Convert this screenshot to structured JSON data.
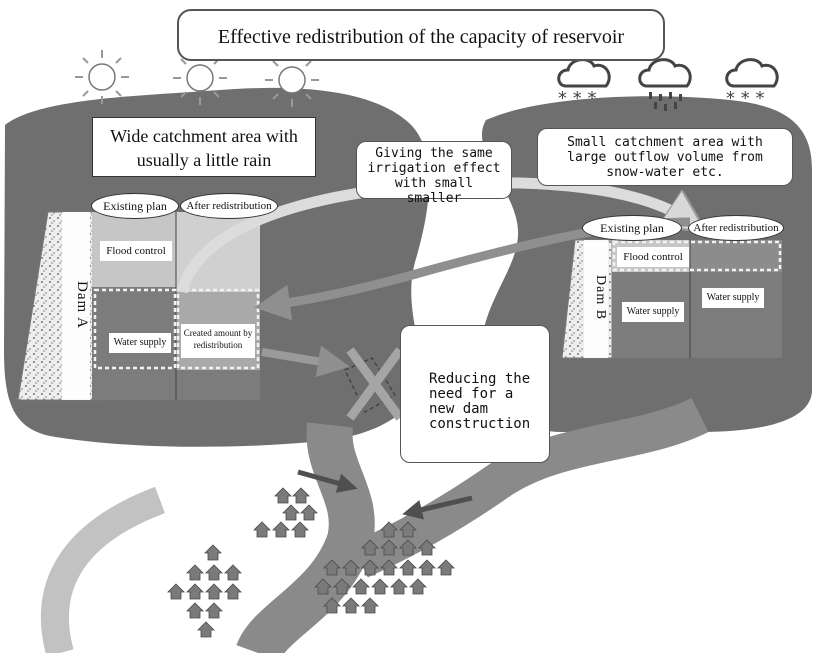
{
  "title": "Effective redistribution of the capacity of reservoir",
  "left_area": {
    "label": "Wide catchment area with usually a little rain",
    "existing_plan": "Existing plan",
    "after_redistribution": "After redistribution",
    "flood_control": "Flood control",
    "water_supply": "Water supply",
    "created_amount": "Created amount by redistribution",
    "dam": "Dam A"
  },
  "right_area": {
    "label": "Small catchment area with large outflow volume from snow-water etc.",
    "existing_plan": "Existing plan",
    "after_redistribution": "After redistribution",
    "flood_control": "Flood control",
    "water_supply_existing": "Water supply",
    "water_supply_after": "Water supply",
    "dam": "Dam B"
  },
  "middle_note": "Giving the same irrigation effect with small smaller",
  "reduce_note": "Reducing the need for a new dam construction",
  "colors": {
    "land": "#6f6f6f",
    "river": "#8a8a8a",
    "flood": "#c6c6c6",
    "water": "#7c7c7c",
    "created": "#a9a9a9",
    "arrow_light": "#dcdcdc",
    "arrow_dark": "#585858"
  },
  "icons": [
    "sun-icon",
    "cloud-snow-icon",
    "cloud-rain-icon",
    "house-icon",
    "cross-icon"
  ]
}
